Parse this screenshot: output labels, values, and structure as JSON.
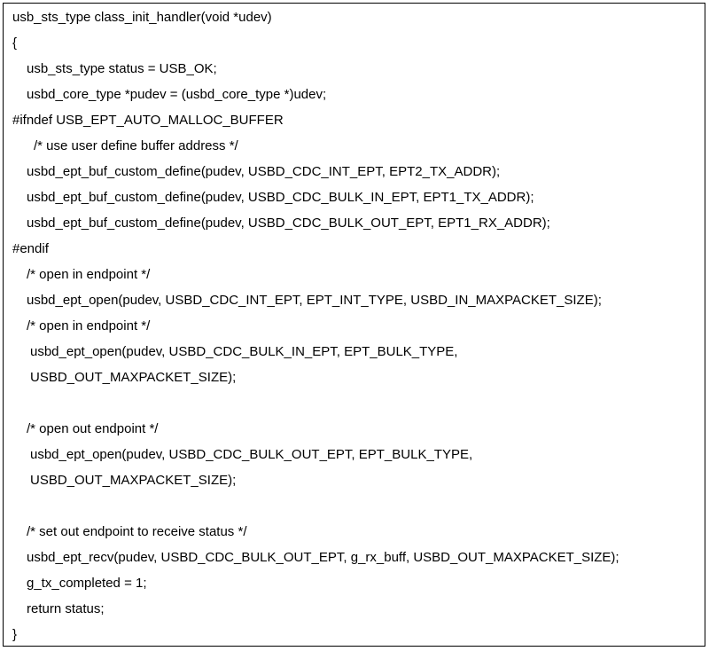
{
  "code_block": {
    "lines": [
      "usb_sts_type class_init_handler(void *udev)",
      "{",
      "usb_sts_type status = USB_OK;",
      "usbd_core_type *pudev = (usbd_core_type *)udev;",
      "#ifndef USB_EPT_AUTO_MALLOC_BUFFER",
      "/* use user define buffer address */",
      "usbd_ept_buf_custom_define(pudev, USBD_CDC_INT_EPT, EPT2_TX_ADDR);",
      "usbd_ept_buf_custom_define(pudev, USBD_CDC_BULK_IN_EPT, EPT1_TX_ADDR);",
      "usbd_ept_buf_custom_define(pudev, USBD_CDC_BULK_OUT_EPT, EPT1_RX_ADDR);",
      "#endif",
      "/* open in endpoint */",
      "usbd_ept_open(pudev, USBD_CDC_INT_EPT, EPT_INT_TYPE, USBD_IN_MAXPACKET_SIZE);",
      "/* open in endpoint */",
      "usbd_ept_open(pudev, USBD_CDC_BULK_IN_EPT, EPT_BULK_TYPE,",
      "USBD_OUT_MAXPACKET_SIZE);",
      "",
      "/* open out endpoint */",
      "usbd_ept_open(pudev, USBD_CDC_BULK_OUT_EPT, EPT_BULK_TYPE,",
      "USBD_OUT_MAXPACKET_SIZE);",
      "",
      "/* set out endpoint to receive status */",
      "usbd_ept_recv(pudev, USBD_CDC_BULK_OUT_EPT, g_rx_buff, USBD_OUT_MAXPACKET_SIZE);",
      "g_tx_completed = 1;",
      "return status;",
      "}"
    ]
  }
}
